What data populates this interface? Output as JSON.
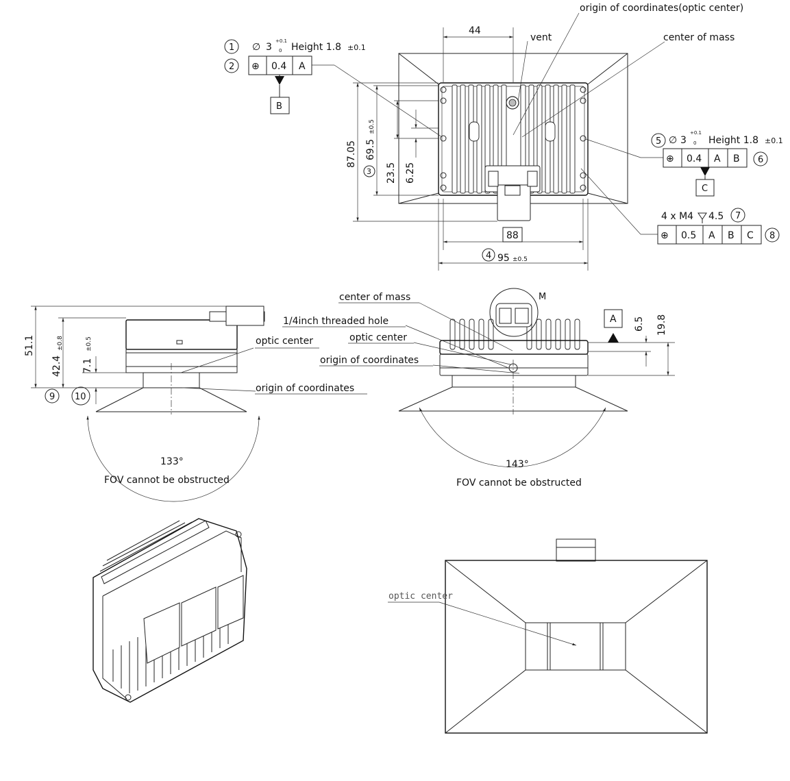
{
  "top_view": {
    "labels": {
      "origin": "origin of coordinates(optic center)",
      "vent": "vent",
      "center_of_mass": "center of mass"
    },
    "dims": {
      "d44": "44",
      "d8705": "87.05",
      "d695": "69.5",
      "d695_tol": "±0.5",
      "d235": "23.5",
      "d625": "6.25",
      "d88": "88",
      "d95": "95",
      "d95_tol": "±0.5"
    },
    "callout_left": {
      "n1": "1",
      "n2": "2",
      "n3": "3",
      "diam": "∅",
      "three": "3",
      "tol_up": "+0.1",
      "tol_dn": "0",
      "height": "Height 1.8",
      "height_tol": "±0.1",
      "pos": "⊕",
      "val": "0.4",
      "datA": "A",
      "datB": "B"
    },
    "callout_right": {
      "n5": "5",
      "n6": "6",
      "n7": "7",
      "n8": "8",
      "n4": "4",
      "diam": "∅",
      "three": "3",
      "tol_up": "+0.1",
      "tol_dn": "0",
      "height": "Height 1.8",
      "height_tol": "±0.1",
      "pos": "⊕",
      "val": "0.4",
      "datA": "A",
      "datB": "B",
      "datC": "C",
      "m4_pre": "4 x M4",
      "m4_depth": "4.5",
      "val2": "0.5"
    }
  },
  "side_view": {
    "d511": "51.1",
    "d424": "42.4",
    "d424_tol": "±0.8",
    "d71": "7.1",
    "d71_tol": "±0.5",
    "n9": "9",
    "n10": "10",
    "optic_center": "optic center",
    "origin": "origin of coordinates",
    "angle": "133°",
    "fov": "FOV cannot be obstructed"
  },
  "front_view": {
    "m": "M",
    "datA": "A",
    "d65": "6.5",
    "d198": "19.8",
    "center_of_mass": "center of mass",
    "threaded_hole": "1/4inch threaded hole",
    "optic_center": "optic center",
    "origin": "origin of coordinates",
    "angle": "143°",
    "fov": "FOV cannot be obstructed"
  },
  "bottom_view": {
    "optic_center": "optic center"
  }
}
